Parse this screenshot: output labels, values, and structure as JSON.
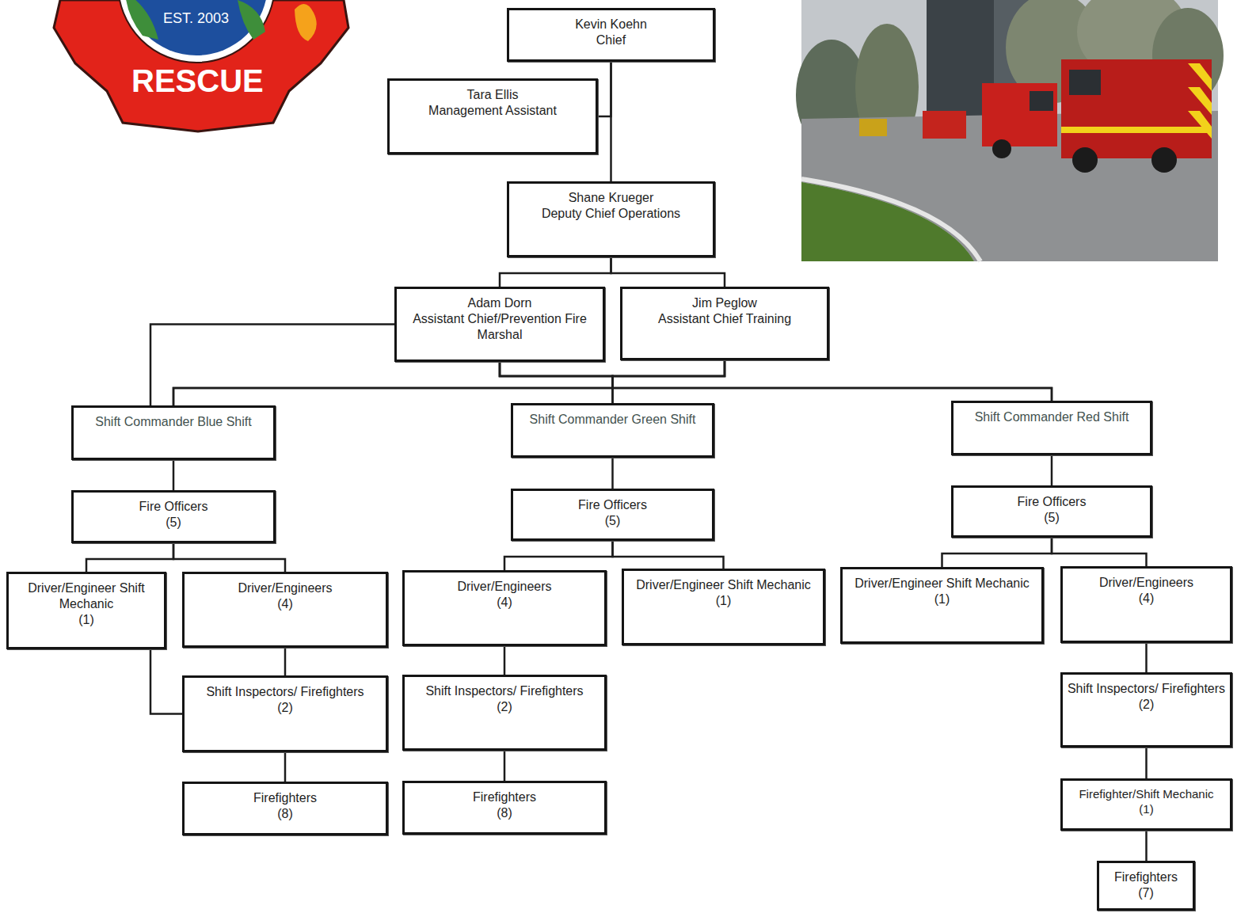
{
  "diagram": {
    "nodes": [
      {
        "text": [
          "Kevin Koehn",
          "Chief"
        ]
      },
      {
        "text": [
          "Tara Ellis",
          "Management Assistant"
        ]
      },
      {
        "text": [
          "Shane Krueger",
          "Deputy Chief Operations"
        ]
      },
      {
        "text": [
          "Adam Dorn",
          "Assistant Chief/Prevention Fire Marshal"
        ]
      },
      {
        "text": [
          "Jim Peglow",
          "Assistant Chief Training"
        ]
      },
      {
        "text": [
          "Shift Commander Blue Shift"
        ]
      },
      {
        "text": [
          "Shift Commander Green Shift"
        ]
      },
      {
        "text": [
          "Shift Commander Red Shift"
        ]
      },
      {
        "text": [
          "Fire Officers",
          "(5)"
        ]
      },
      {
        "text": [
          "Fire Officers",
          "(5)"
        ]
      },
      {
        "text": [
          "Fire Officers",
          "(5)"
        ]
      },
      {
        "text": [
          "Driver/Engineer Shift Mechanic",
          "(1)"
        ]
      },
      {
        "text": [
          "Driver/Engineers",
          "(4)"
        ]
      },
      {
        "text": [
          "Driver/Engineers",
          "(4)"
        ]
      },
      {
        "text": [
          "Driver/Engineer Shift Mechanic",
          "(1)"
        ]
      },
      {
        "text": [
          "Driver/Engineer Shift Mechanic",
          "(1)"
        ]
      },
      {
        "text": [
          "Driver/Engineers",
          "(4)"
        ]
      },
      {
        "text": [
          "Shift Inspectors/ Firefighters",
          "(2)"
        ]
      },
      {
        "text": [
          "Shift Inspectors/ Firefighters",
          "(2)"
        ]
      },
      {
        "text": [
          "Shift Inspectors/ Firefighters",
          "(2)"
        ]
      },
      {
        "text": [
          "Firefighters",
          "(8)"
        ]
      },
      {
        "text": [
          "Firefighters",
          "(8)"
        ]
      },
      {
        "text": [
          "Firefighter/Shift Mechanic",
          "(1)"
        ]
      },
      {
        "text": [
          "Firefighters",
          "(7)"
        ]
      }
    ],
    "edges": [
      {
        "from": 0,
        "to": 1,
        "arrow": "none"
      },
      {
        "from": 0,
        "to": 2,
        "arrow": "none"
      },
      {
        "from": 2,
        "to": 3,
        "arrow": "none"
      },
      {
        "from": 2,
        "to": 4,
        "arrow": "none"
      },
      {
        "from": 3,
        "to": 5,
        "arrow": "none"
      },
      {
        "from": 3,
        "to": 6,
        "arrow": "none"
      },
      {
        "from": 3,
        "to": 7,
        "arrow": "none"
      },
      {
        "from": 4,
        "to": 5,
        "arrow": "none"
      },
      {
        "from": 4,
        "to": 6,
        "arrow": "none"
      },
      {
        "from": 4,
        "to": 7,
        "arrow": "none"
      },
      {
        "from": 3,
        "to": 5,
        "arrow": "none"
      },
      {
        "from": 5,
        "to": 8,
        "arrow": "none"
      },
      {
        "from": 6,
        "to": 9,
        "arrow": "none"
      },
      {
        "from": 7,
        "to": 10,
        "arrow": "none"
      },
      {
        "from": 8,
        "to": 11,
        "arrow": "none"
      },
      {
        "from": 8,
        "to": 12,
        "arrow": "none"
      },
      {
        "from": 9,
        "to": 13,
        "arrow": "none"
      },
      {
        "from": 9,
        "to": 14,
        "arrow": "none"
      },
      {
        "from": 10,
        "to": 15,
        "arrow": "none"
      },
      {
        "from": 10,
        "to": 16,
        "arrow": "none"
      },
      {
        "from": 12,
        "to": 17,
        "arrow": "none"
      },
      {
        "from": 11,
        "to": 17,
        "arrow": "none"
      },
      {
        "from": 13,
        "to": 18,
        "arrow": "none"
      },
      {
        "from": 16,
        "to": 19,
        "arrow": "none"
      },
      {
        "from": 17,
        "to": 20,
        "arrow": "none"
      },
      {
        "from": 18,
        "to": 21,
        "arrow": "none"
      },
      {
        "from": 19,
        "to": 22,
        "arrow": "none"
      },
      {
        "from": 22,
        "to": 23,
        "arrow": "none"
      }
    ],
    "labels": [
      "EST. 2003",
      "RESCUE"
    ]
  }
}
